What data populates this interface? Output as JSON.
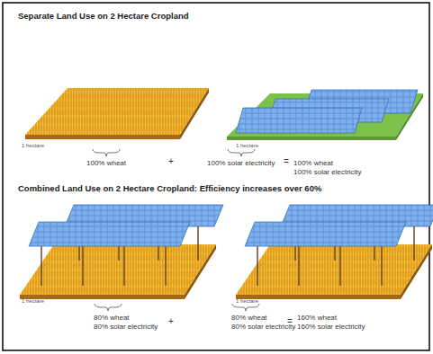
{
  "diagram": {
    "title": "Separate Land Use on 2 Hectare Cropland",
    "labels": [
      "1 hectare",
      "1 hectare",
      "100% wheat",
      "+",
      "100% solar electricity",
      "=",
      "100% wheat 100% solar electricity",
      "Combined Land Use on 2 Hectare Cropland: Efficiency increases over 60%",
      "1 hectare",
      "1 hectare",
      "80% wheat 80% solar electricity",
      "+",
      "80% wheat 80% solar electricity",
      "=",
      "160% wheat 160% solar electricity"
    ]
  }
}
